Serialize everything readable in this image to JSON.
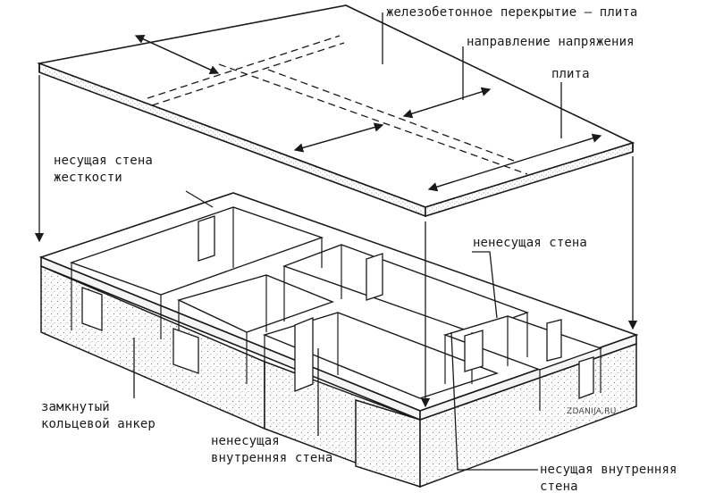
{
  "labels": {
    "slab_title": "железобетонное перекрытие – плита",
    "stress_direction": "направление напряжения",
    "slab": "плита",
    "bearing_wall_line1": "несущая стена",
    "bearing_wall_line2": "жесткости",
    "non_bearing_wall": "ненесущая стена",
    "ring_anchor_line1": "замкнутый",
    "ring_anchor_line2": "кольцевой анкер",
    "inner_non_bearing_line1": "ненесущая",
    "inner_non_bearing_line2": "внутренняя стена",
    "inner_bearing_line1": "несущая внутренняя",
    "inner_bearing_line2": "стена"
  },
  "watermark": "ZDANIJA.RU",
  "colors": {
    "ink": "#1a1a1a",
    "paper": "#ffffff"
  }
}
